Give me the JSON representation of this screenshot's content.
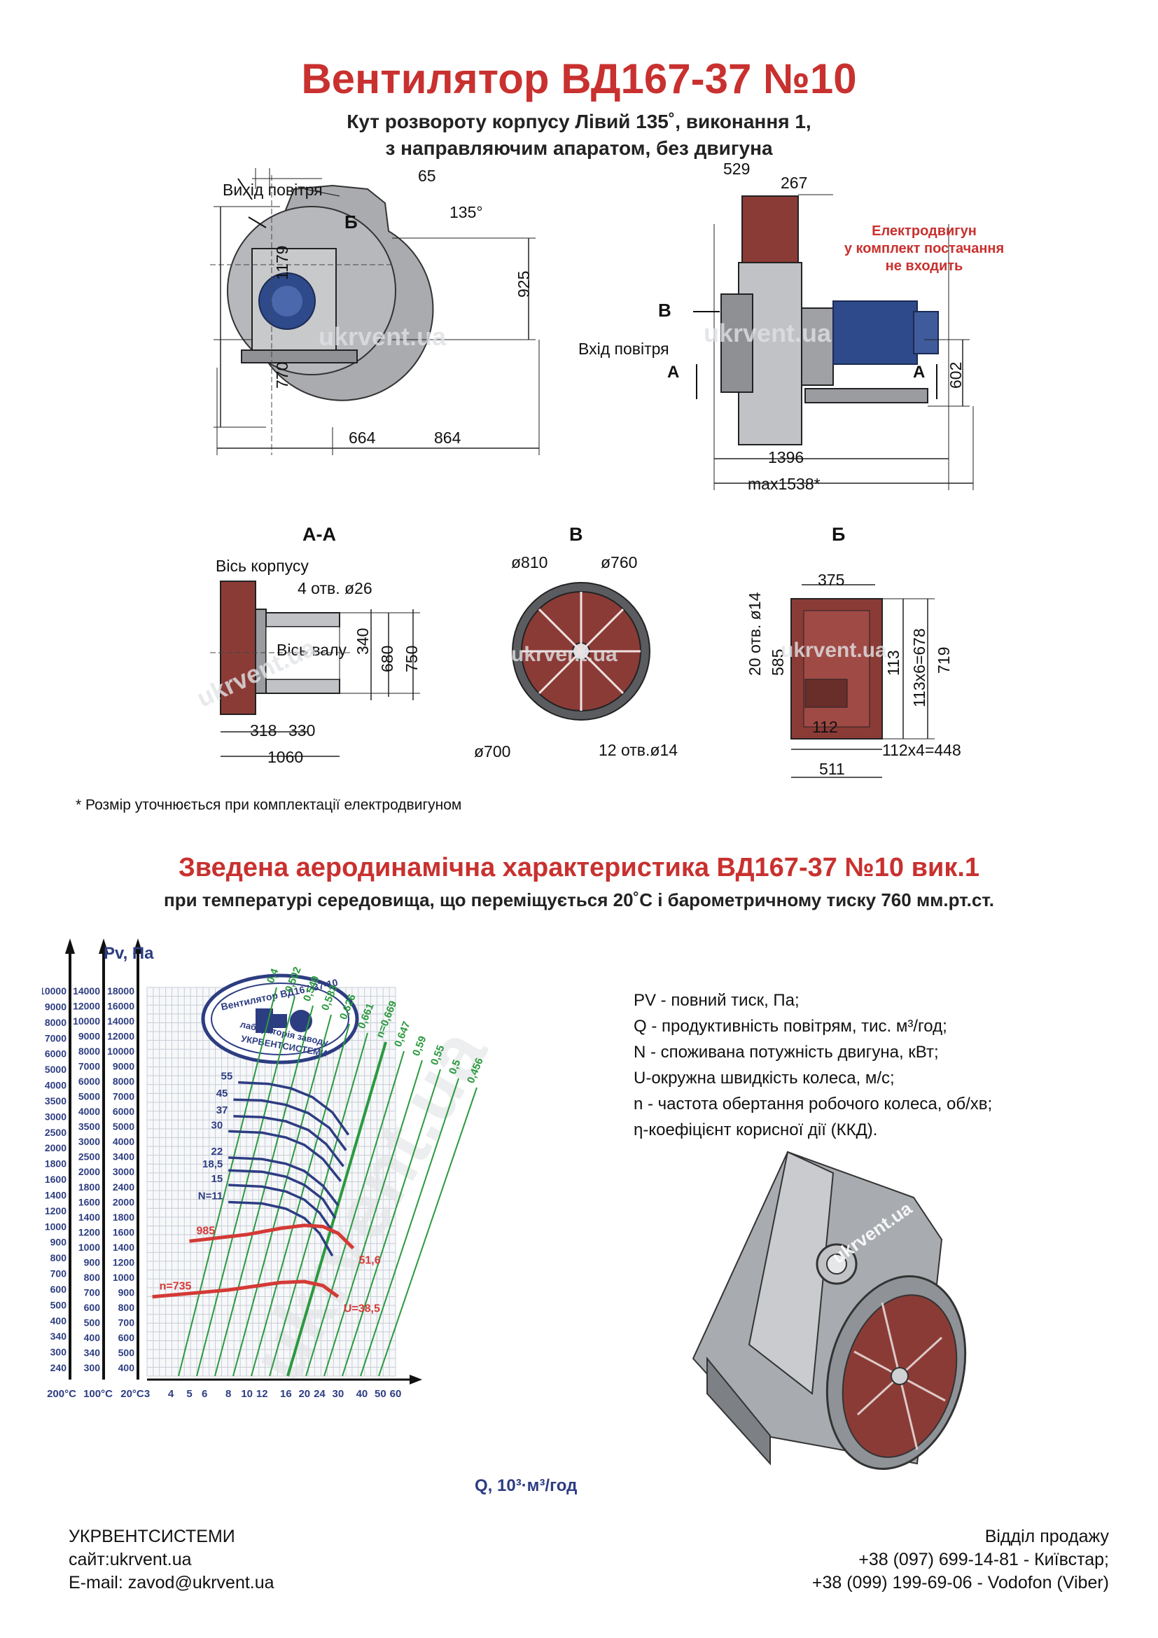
{
  "header": {
    "title": "Вентилятор  ВД167-37 №10",
    "line1": "Кут розвороту корпусу Лівий 135˚, виконання 1,",
    "line2": "з направляючим апаратом, без двигуна"
  },
  "drawing_front": {
    "outlet_label": "Вихід повітря",
    "view_b": "Б",
    "dim_65": "65",
    "angle": "135°",
    "dim_1179": "1179",
    "dim_925": "925",
    "dim_770": "770",
    "dim_664": "664",
    "dim_864": "864",
    "watermark": "ukrvent.ua"
  },
  "drawing_side": {
    "dim_529": "529",
    "dim_267": "267",
    "motor_note": [
      "Електродвигун",
      "у комплект постачання",
      "не входить"
    ],
    "view_v": "В",
    "inlet_label": "Вхід повітря",
    "section_a_left": "А",
    "section_a_right": "А",
    "dim_602": "602",
    "dim_1396": "1396",
    "dim_max": "max1538*",
    "watermark": "ukrvent.ua"
  },
  "section_aa": {
    "title": "А-А",
    "axis_body": "Вісь корпусу",
    "holes": "4 отв. ø26",
    "axis_shaft": "Вісь валу",
    "dim_340": "340",
    "dim_680": "680",
    "dim_750": "750",
    "dim_318": "318",
    "dim_330": "330",
    "dim_1060": "1060",
    "watermark": "ukrvent.ua"
  },
  "section_v": {
    "title": "В",
    "d810": "ø810",
    "d760": "ø760",
    "d700": "ø700",
    "holes": "12 отв.ø14",
    "watermark": "ukrvent.ua"
  },
  "section_b": {
    "title": "Б",
    "dim_375": "375",
    "holes": "20 отв. ø14",
    "dim_585": "585",
    "dim_113": "113",
    "dim_113x6": "113х6=678",
    "dim_719": "719",
    "dim_112": "112",
    "dim_112x4": "112х4=448",
    "dim_511": "511",
    "watermark": "ukrvent.ua"
  },
  "footnote": "* Розмір уточнюється при комплектації електродвигуном",
  "characteristic": {
    "title": "Зведена аеродинамічна характеристика ВД167-37 №10 вик.1",
    "subtitle": "при температурі середовища, що переміщується 20˚С і барометричному тиску 760 мм.рт.ст."
  },
  "chart_data": {
    "type": "line",
    "title": "",
    "ylabel": "Pv, Па",
    "xlabel": "Q, 10³·м³/год",
    "x_scale": "log",
    "y_scale": "log",
    "xlim": [
      3,
      60
    ],
    "x_ticks": [
      "3",
      "4",
      "5",
      "6",
      "8",
      "10",
      "12",
      "16",
      "20",
      "24",
      "30",
      "40",
      "50",
      "60"
    ],
    "temp_axes": [
      {
        "name": "200°C",
        "ticks": [
          "10000",
          "9000",
          "8000",
          "7000",
          "6000",
          "5000",
          "4000",
          "3500",
          "3000",
          "2500",
          "2000",
          "1800",
          "1600",
          "1400",
          "1200",
          "1000",
          "900",
          "800",
          "700",
          "600",
          "500",
          "400",
          "340",
          "300",
          "240"
        ]
      },
      {
        "name": "100°C",
        "ticks": [
          "14000",
          "12000",
          "10000",
          "9000",
          "8000",
          "7000",
          "6000",
          "5000",
          "4000",
          "3500",
          "3000",
          "2500",
          "2000",
          "1800",
          "1600",
          "1400",
          "1200",
          "1000",
          "900",
          "800",
          "700",
          "600",
          "500",
          "400",
          "340",
          "300"
        ]
      },
      {
        "name": "20°C",
        "ticks": [
          "18000",
          "16000",
          "14000",
          "12000",
          "10000",
          "9000",
          "8000",
          "7000",
          "6000",
          "5000",
          "4000",
          "3400",
          "3000",
          "2400",
          "2000",
          "1800",
          "1600",
          "1400",
          "1200",
          "1000",
          "900",
          "800",
          "700",
          "600",
          "500",
          "400"
        ]
      }
    ],
    "power_series": [
      {
        "name": "N=11",
        "values": [
          [
            8,
            2200
          ],
          [
            12,
            2170
          ],
          [
            16,
            2060
          ],
          [
            20,
            1880
          ],
          [
            24,
            1620
          ],
          [
            28,
            1300
          ]
        ]
      },
      {
        "name": "15",
        "values": [
          [
            8,
            2600
          ],
          [
            12,
            2560
          ],
          [
            16,
            2440
          ],
          [
            20,
            2250
          ],
          [
            24,
            1980
          ],
          [
            28.5,
            1620
          ]
        ]
      },
      {
        "name": "18,5",
        "values": [
          [
            8,
            3000
          ],
          [
            12,
            2960
          ],
          [
            16,
            2820
          ],
          [
            20,
            2600
          ],
          [
            25,
            2260
          ],
          [
            29,
            1880
          ]
        ]
      },
      {
        "name": "22",
        "values": [
          [
            8,
            3400
          ],
          [
            12,
            3350
          ],
          [
            16,
            3200
          ],
          [
            20,
            2980
          ],
          [
            25,
            2580
          ],
          [
            30,
            2130
          ]
        ]
      },
      {
        "name": "30",
        "values": [
          [
            8,
            4400
          ],
          [
            12,
            4340
          ],
          [
            16,
            4140
          ],
          [
            20,
            3850
          ],
          [
            25,
            3350
          ],
          [
            31,
            2700
          ]
        ]
      },
      {
        "name": "37",
        "values": [
          [
            8.5,
            5100
          ],
          [
            12,
            5050
          ],
          [
            16,
            4850
          ],
          [
            21,
            4450
          ],
          [
            26,
            3880
          ],
          [
            32,
            3120
          ]
        ]
      },
      {
        "name": "45",
        "values": [
          [
            8.5,
            6000
          ],
          [
            12,
            5950
          ],
          [
            16,
            5700
          ],
          [
            21,
            5250
          ],
          [
            27,
            4550
          ],
          [
            33,
            3650
          ]
        ]
      },
      {
        "name": "55",
        "values": [
          [
            9,
            7100
          ],
          [
            13,
            7000
          ],
          [
            17,
            6700
          ],
          [
            22,
            6150
          ],
          [
            28,
            5300
          ],
          [
            34,
            4250
          ]
        ]
      }
    ],
    "efficiency_lines": [
      "0,4",
      "0,502",
      "0,549",
      "0,583",
      "0,626",
      "0,661",
      "n=0,669",
      "0,647",
      "0,59",
      "0,55",
      "0,5",
      "0,456"
    ],
    "speed_curves": [
      {
        "name": "985",
        "values": [
          [
            5,
            1500
          ],
          [
            10,
            1600
          ],
          [
            15,
            1700
          ],
          [
            20,
            1750
          ],
          [
            25,
            1730
          ],
          [
            30,
            1620
          ],
          [
            36,
            1400
          ]
        ]
      },
      {
        "name": "n=735",
        "values": [
          [
            3.2,
            870
          ],
          [
            8,
            930
          ],
          [
            15,
            1000
          ],
          [
            20,
            1010
          ],
          [
            25,
            970
          ],
          [
            30,
            870
          ]
        ]
      }
    ],
    "end_labels": {
      "speed_985": "51,6",
      "speed_735": "U=38,5"
    },
    "stamp_text": [
      "Вентилятор ВД167-37-10",
      "лабораторія заводу",
      "УКРВЕНТСИСТЕМИ"
    ],
    "watermark": "ukrvent.ua",
    "colors": {
      "power": "#2d3d82",
      "efficiency": "#2a9a3e",
      "speed": "#d43a36",
      "grid": "#c7cdd6",
      "axis": "#2d3d82"
    }
  },
  "legend": [
    "PV - повний тиск, Па;",
    "Q - продуктивність повітрям, тис. м³/год;",
    "N - споживана потужність двигуна, кВт;",
    "U-окружна швидкість колеса, м/с;",
    "n - частота обертання робочого колеса, об/хв;",
    "η-коефіцієнт корисної дії (ККД)."
  ],
  "render_watermark": "ukrvent.ua",
  "footer": {
    "company": "УКРВЕНТСИСТЕМИ",
    "site": "сайт:ukrvent.ua",
    "email": "E-mail: zavod@ukrvent.ua",
    "sales_title": "Відділ продажу",
    "phone1": "+38 (097) 699-14-81 - Київстар;",
    "phone2": "+38 (099) 199-69-06 - Vodofon (Viber)"
  }
}
